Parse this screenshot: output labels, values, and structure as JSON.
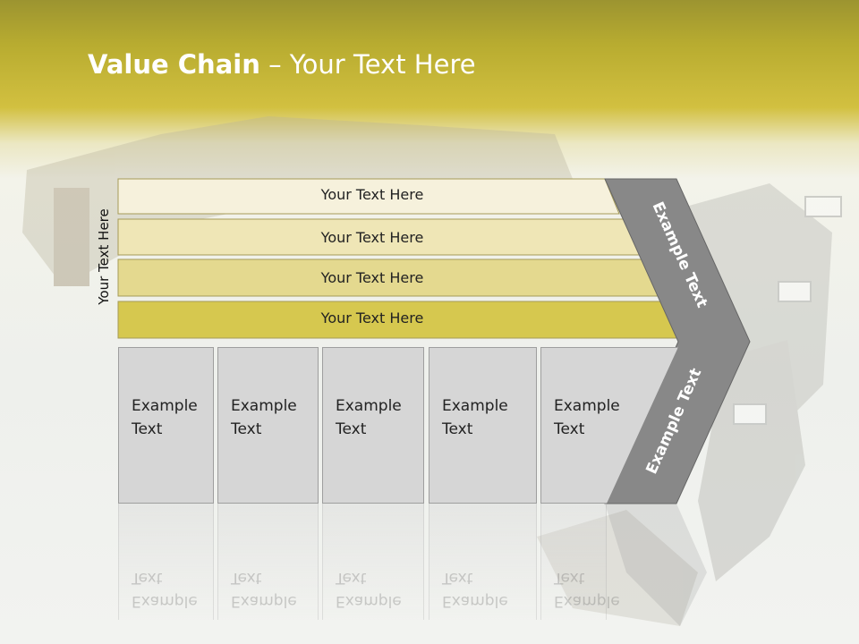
{
  "slide": {
    "title_bold": "Value Chain",
    "title_rest": " – Your Text Here",
    "side_label": "Your Text Here"
  },
  "bands": [
    {
      "label": "Your Text Here",
      "color": "#f6f1dc"
    },
    {
      "label": "Your Text Here",
      "color": "#efe6b6"
    },
    {
      "label": "Your Text Here",
      "color": "#e4d98f"
    },
    {
      "label": "Your Text Here",
      "color": "#d6c84f"
    }
  ],
  "chevron": {
    "upper_label": "Example Text",
    "lower_label": "Example Text",
    "color": "#888888"
  },
  "boxes": [
    {
      "line1": "Example",
      "line2": "Text"
    },
    {
      "line1": "Example",
      "line2": "Text"
    },
    {
      "line1": "Example",
      "line2": "Text"
    },
    {
      "line1": "Example",
      "line2": "Text"
    },
    {
      "line1": "Example",
      "line2": "Text"
    }
  ],
  "colors": {
    "header_gold": "#c9b836",
    "box_gray": "#d6d6d6"
  }
}
